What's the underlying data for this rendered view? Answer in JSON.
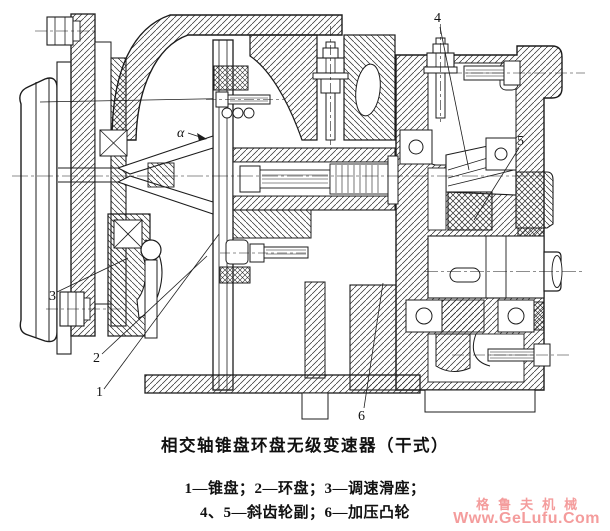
{
  "figure": {
    "caption_title": "相交轴锥盘环盘无级变速器（干式）",
    "legend_line_1": "1—锥盘；2—环盘；3—调速滑座；",
    "legend_line_2": "4、5—斜齿轮副；6—加压凸轮",
    "callouts": {
      "part1": "1",
      "part2": "2",
      "part3": "3",
      "part4": "4",
      "part5": "5",
      "part6": "6",
      "angle": "α"
    }
  },
  "watermark": {
    "brand_cn": "格鲁夫机械",
    "brand_url": "Www.GeLufu.Com",
    "color": "#f49c9c"
  },
  "colors": {
    "line": "#1c1c1c",
    "background": "#ffffff"
  }
}
